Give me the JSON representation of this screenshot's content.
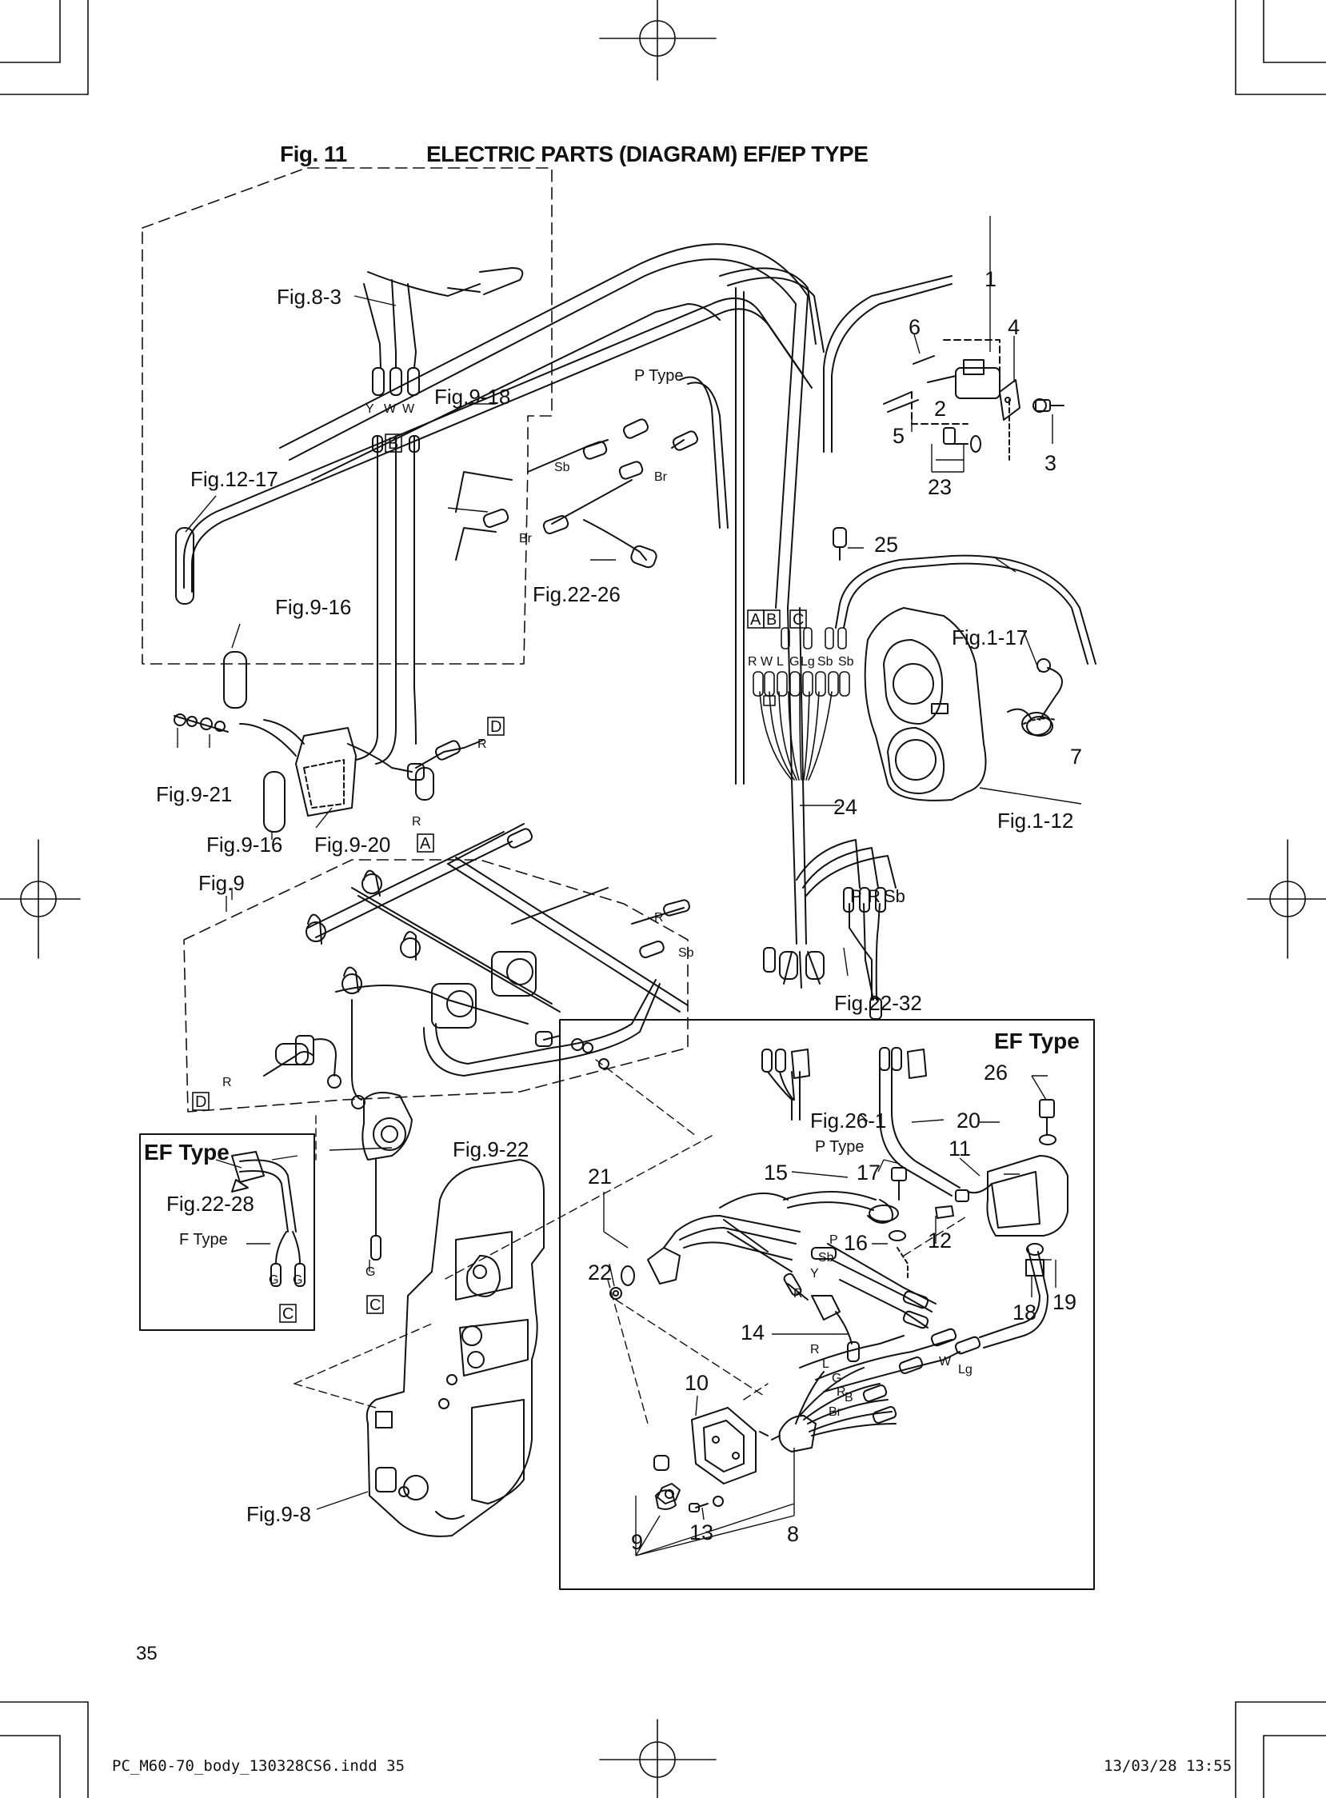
{
  "header": {
    "fig_number": "Fig. 11",
    "title": "ELECTRIC PARTS (DIAGRAM) EF/EP TYPE"
  },
  "page_number": "35",
  "footer": {
    "file": "PC_M60-70_body_130328CS6.indd  35",
    "timestamp": "13/03/28  13:55"
  },
  "boxes": {
    "ef_type_main": "EF Type",
    "ef_type_small": "EF Type"
  },
  "labels": {
    "fig_8_3": "Fig.8-3",
    "fig_9_18": "Fig.9-18",
    "fig_12_17": "Fig.12-17",
    "fig_9_16_a": "Fig.9-16",
    "fig_9_21": "Fig.9-21",
    "fig_9_16_b": "Fig.9-16",
    "fig_9_20": "Fig.9-20",
    "fig_9": "Fig.9",
    "fig_22_26": "Fig.22-26",
    "fig_1_17": "Fig.1-17",
    "fig_1_12": "Fig.1-12",
    "fig_22_32": "Fig.22-32",
    "fig_26_1": "Fig.26-1",
    "p_type_a": "P Type",
    "p_type_b": "P Type",
    "fig_9_22": "Fig.9-22",
    "fig_22_28": "Fig.22-28",
    "f_type": "F Type",
    "fig_9_8": "Fig.9-8"
  },
  "part_numbers": {
    "n1": "1",
    "n2": "2",
    "n3": "3",
    "n4": "4",
    "n5": "5",
    "n6": "6",
    "n7": "7",
    "n8": "8",
    "n9": "9",
    "n10": "10",
    "n11": "11",
    "n12": "12",
    "n13": "13",
    "n14": "14",
    "n15": "15",
    "n16": "16",
    "n17": "17",
    "n18": "18",
    "n19": "19",
    "n20": "20",
    "n21": "21",
    "n22": "22",
    "n23": "23",
    "n24": "24",
    "n25": "25",
    "n26": "26"
  },
  "connector_tags": {
    "a1": "A",
    "a2": "A",
    "b1": "B",
    "b2": "B",
    "c1": "C",
    "c2": "C",
    "c3": "C",
    "d1": "D",
    "d2": "D"
  },
  "wire_codes": {
    "y_top": "Y",
    "w_top1": "W",
    "w_top2": "W",
    "sb_a": "Sb",
    "br_a": "Br",
    "br_b": "Br",
    "harness_r": "R",
    "harness_w": "W",
    "harness_l": "L",
    "harness_g": "G",
    "harness_lg": "Lg",
    "harness_sb1": "Sb",
    "harness_sb2": "Sb",
    "r_d": "R",
    "r_a": "R",
    "p_br": "P",
    "r_br": "R",
    "sb_br": "Sb",
    "r_mid": "R",
    "sb_mid": "Sb",
    "r_d2": "R",
    "g_c1": "G",
    "g_c2": "G",
    "g_c3": "G",
    "sw_p": "P",
    "sw_sb": "Sb",
    "sw_y": "Y",
    "sw_r": "R",
    "rem_r": "R",
    "rem_l": "L",
    "rem_g": "G",
    "rem_r2": "R",
    "rem_b": "B",
    "rem_br": "Br",
    "rem_w": "W",
    "rem_lg": "Lg"
  }
}
